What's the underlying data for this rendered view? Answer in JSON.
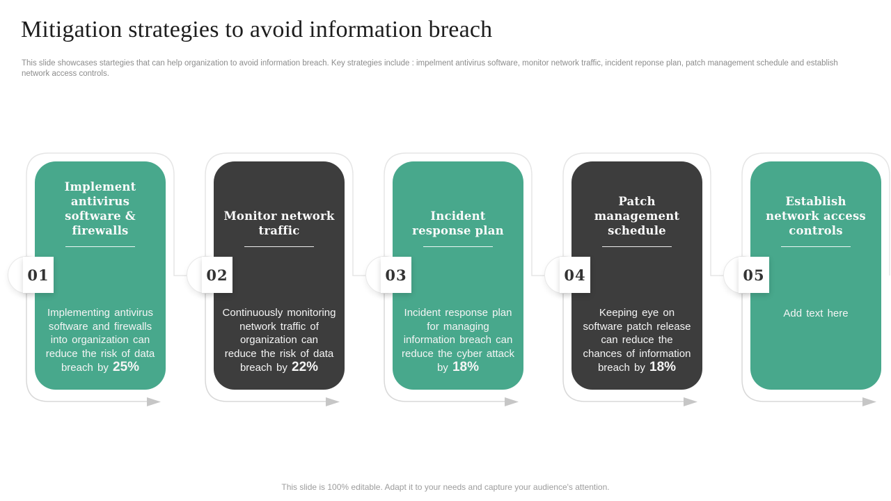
{
  "header": {
    "title": "Mitigation strategies to avoid information breach",
    "subtitle": "This slide showcases startegies that can help organization to avoid information breach. Key strategies include : impelment antivirus software, monitor network traffic, incident reponse plan, patch management schedule and establish network access controls."
  },
  "footer": {
    "note": "This slide is 100% editable. Adapt it to your needs and capture your audience's attention."
  },
  "colors": {
    "green_card": "#48A88C",
    "dark_card": "#3D3D3D",
    "card_text": "#F5F5F5",
    "frame_line": "#E5E5E5",
    "arrow_head": "#C6C6C6",
    "badge_number": "#333333",
    "title_text": "#1D1D1D",
    "muted_text": "#8C8C8C"
  },
  "cards": [
    {
      "number": "01",
      "variant": "green",
      "title": "Implement antivirus software & firewalls",
      "body": "Implementing antivirus software and firewalls into organization can reduce the risk of data breach by ",
      "stat": "25%"
    },
    {
      "number": "02",
      "variant": "dark",
      "title": "Monitor network traffic",
      "body": "Continuously monitoring network traffic of organization can reduce the risk of data breach by ",
      "stat": "22%"
    },
    {
      "number": "03",
      "variant": "green",
      "title": "Incident response plan",
      "body": "Incident response plan for managing information breach can reduce the cyber attack by ",
      "stat": "18%"
    },
    {
      "number": "04",
      "variant": "dark",
      "title": "Patch management schedule",
      "body": "Keeping eye on software patch release can reduce the chances of information breach by ",
      "stat": "18%"
    },
    {
      "number": "05",
      "variant": "green",
      "title": "Establish network access controls",
      "body": "Add text here",
      "stat": ""
    }
  ]
}
